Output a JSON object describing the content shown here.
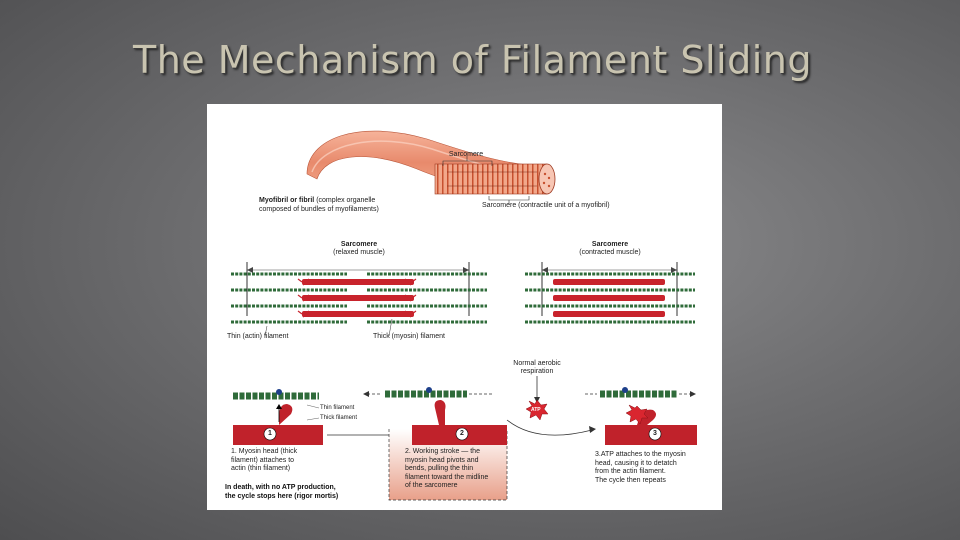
{
  "slide": {
    "title": "The Mechanism of Filament Sliding"
  },
  "figure": {
    "top": {
      "sarcomere_label": "Sarcomere",
      "myofibril_bold": "Myofibril or fibril",
      "myofibril_rest_1": "(complex organelle",
      "myofibril_rest_2": "composed of bundles of myofilaments)",
      "sarcomere_caption": "Sarcomere (contractile unit of a myofibril)"
    },
    "middle": {
      "relaxed_title": "Sarcomere",
      "relaxed_sub": "(relaxed muscle)",
      "contracted_title": "Sarcomere",
      "contracted_sub": "(contracted muscle)",
      "thin_label": "Thin (actin) filament",
      "thick_label": "Thick (myosin) filament"
    },
    "bottom": {
      "normal_aerobic_1": "Normal aerobic",
      "normal_aerobic_2": "respiration",
      "thin_filament": "Thin filament",
      "thick_filament": "Thick filament",
      "atp_label": "ATP",
      "step1_num": "1",
      "step2_num": "2",
      "step3_num": "3",
      "step1_text": [
        "1. Myosin head (thick",
        "filament) attaches to",
        "actin (thin filament)"
      ],
      "step2_text": [
        "2. Working stroke — the",
        "myosin head pivots and",
        "bends, pulling the thin",
        "filament toward the midline",
        "of the sarcomere"
      ],
      "step3_text": [
        "3.ATP attaches to the myosin",
        "head, causing it to detatch",
        "from the actin filament.",
        "The cycle then repeats"
      ],
      "death_text": [
        "In death, with no ATP production,",
        "the cycle stops here (rigor mortis)"
      ]
    }
  }
}
